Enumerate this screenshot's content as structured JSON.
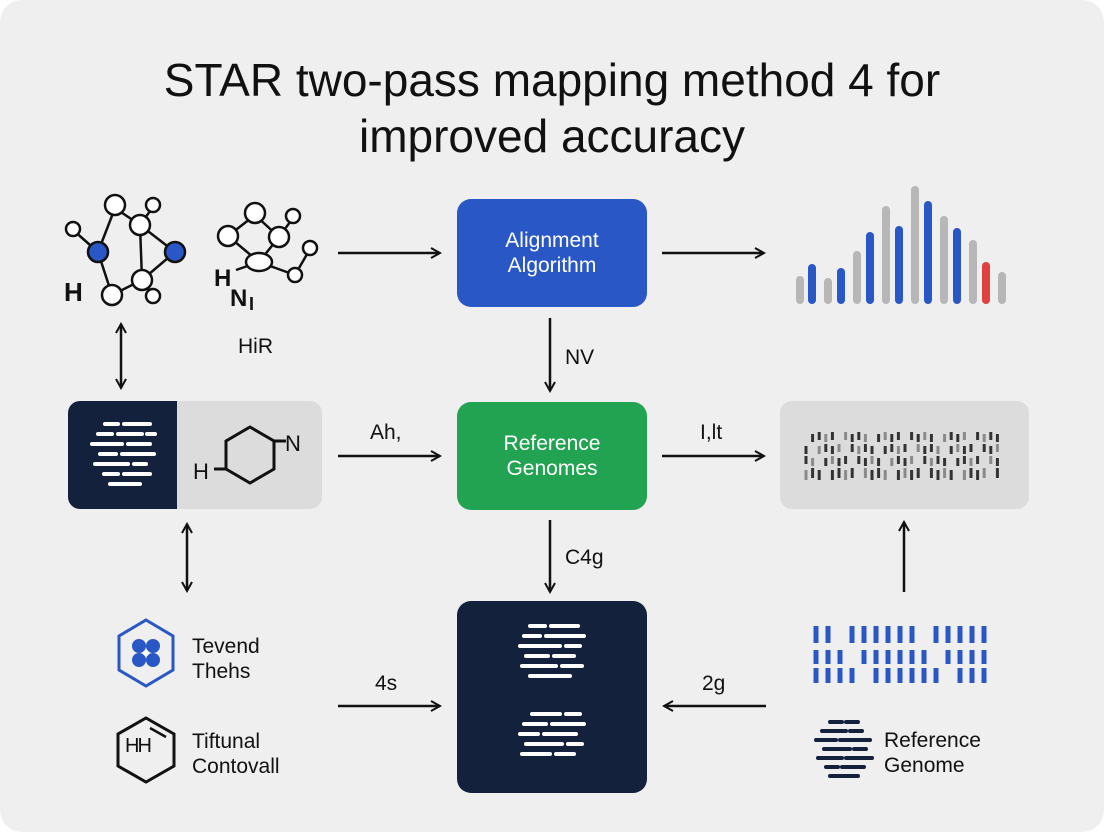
{
  "title_line1": "STAR two-pass mapping method 4 for",
  "title_line2": "improved accuracy",
  "boxes": {
    "alignment": {
      "line1": "Alignment",
      "line2": "Algorithm",
      "color": "#2a57c6"
    },
    "reference": {
      "line1": "Reference",
      "line2": "Genomes",
      "color": "#21a352"
    },
    "output_color": "#13213d"
  },
  "molecule_labels": {
    "h_left": "H",
    "h_right": "H",
    "n_sub": "N",
    "i_sub": "I",
    "hir": "HiR"
  },
  "panel_labels": {
    "h": "H",
    "n": "N"
  },
  "arrow_labels": {
    "nv": "NV",
    "ah": "Ah,",
    "ilt": "I,lt",
    "c4g": "C4g",
    "s4": "4s",
    "g2": "2g"
  },
  "legend": {
    "item1_line1": "Tevend",
    "item1_line2": "Thehs",
    "item2_line1": "Tiftunal",
    "item2_line2": "Contovall",
    "hex_text": "HH"
  },
  "reference_genome": {
    "line1": "Reference",
    "line2": "Genome"
  },
  "colors": {
    "blue": "#2a57c6",
    "red": "#e04040",
    "grey": "#b7b7b7",
    "navy": "#13213d",
    "green": "#21a352"
  }
}
